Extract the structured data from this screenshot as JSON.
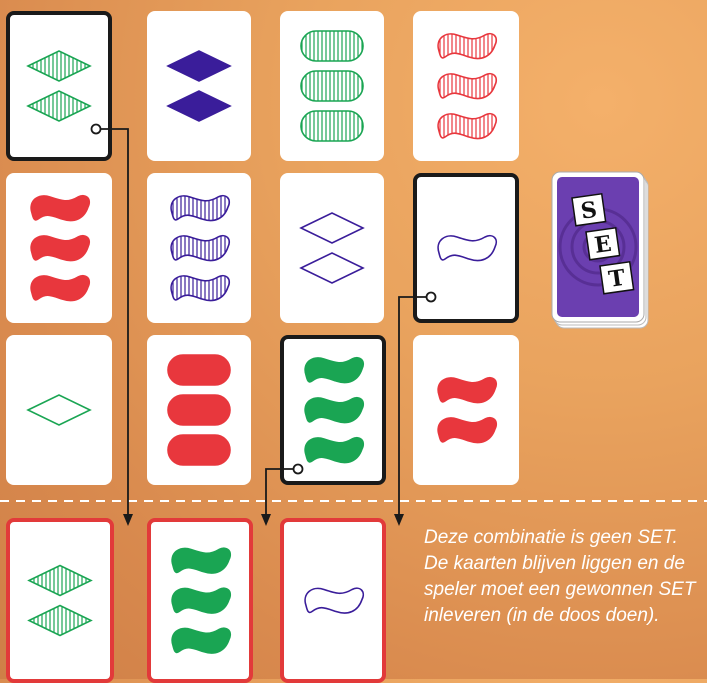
{
  "colors": {
    "red": "#e8373d",
    "green": "#1aa553",
    "purple": "#3a1d9a",
    "selected_border": "#1a1a1a",
    "result_border": "#e23a3a",
    "background": "#e39a58"
  },
  "grid": [
    {
      "id": "r1c1",
      "count": 2,
      "shape": "diamond",
      "color": "green",
      "fill": "striped",
      "selected": true
    },
    {
      "id": "r1c2",
      "count": 2,
      "shape": "diamond",
      "color": "purple",
      "fill": "solid",
      "selected": false
    },
    {
      "id": "r1c3",
      "count": 3,
      "shape": "oval",
      "color": "green",
      "fill": "striped",
      "selected": false
    },
    {
      "id": "r1c4",
      "count": 3,
      "shape": "squiggle",
      "color": "red",
      "fill": "striped",
      "selected": false
    },
    {
      "id": "r2c1",
      "count": 3,
      "shape": "squiggle",
      "color": "red",
      "fill": "solid",
      "selected": false
    },
    {
      "id": "r2c2",
      "count": 3,
      "shape": "squiggle",
      "color": "purple",
      "fill": "striped",
      "selected": false
    },
    {
      "id": "r2c3",
      "count": 2,
      "shape": "diamond",
      "color": "purple",
      "fill": "empty",
      "selected": false
    },
    {
      "id": "r2c4",
      "count": 1,
      "shape": "squiggle",
      "color": "purple",
      "fill": "empty",
      "selected": true
    },
    {
      "id": "r3c1",
      "count": 1,
      "shape": "diamond",
      "color": "green",
      "fill": "empty",
      "selected": false
    },
    {
      "id": "r3c2",
      "count": 3,
      "shape": "oval",
      "color": "red",
      "fill": "solid",
      "selected": false
    },
    {
      "id": "r3c3",
      "count": 3,
      "shape": "squiggle",
      "color": "green",
      "fill": "solid",
      "selected": true
    },
    {
      "id": "r3c4",
      "count": 2,
      "shape": "squiggle",
      "color": "red",
      "fill": "solid",
      "selected": false
    }
  ],
  "result_cards": [
    {
      "id": "res1",
      "count": 2,
      "shape": "diamond",
      "color": "green",
      "fill": "striped"
    },
    {
      "id": "res2",
      "count": 3,
      "shape": "squiggle",
      "color": "green",
      "fill": "solid"
    },
    {
      "id": "res3",
      "count": 1,
      "shape": "squiggle",
      "color": "purple",
      "fill": "empty"
    }
  ],
  "deck": {
    "logo_letters": [
      "S",
      "E",
      "T"
    ],
    "back_color": "#6b3fb0"
  },
  "caption": "Deze combinatie is geen SET. De kaarten blijven liggen en de speler moet een gewonnen SET inleveren (in de doos doen)."
}
